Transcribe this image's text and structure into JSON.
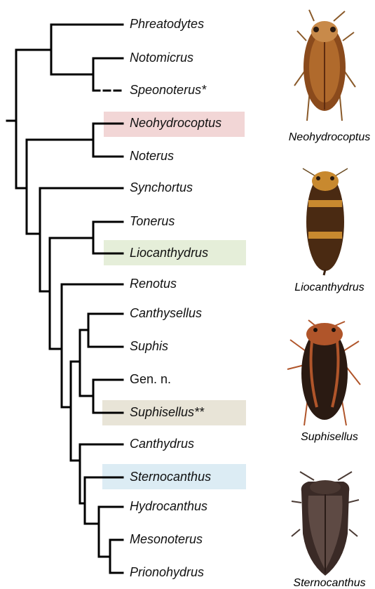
{
  "taxa": [
    {
      "label": "Phreatodytes",
      "italic": true
    },
    {
      "label": "Notomicrus",
      "italic": true
    },
    {
      "label": "Speonoterus*",
      "italic": true
    },
    {
      "label": "Neohydrocoptus",
      "italic": true,
      "highlight": "#f2d6d6"
    },
    {
      "label": "Noterus",
      "italic": true
    },
    {
      "label": "Synchortus",
      "italic": true
    },
    {
      "label": "Tonerus",
      "italic": true
    },
    {
      "label": "Liocanthydrus",
      "italic": true,
      "highlight": "#e5eed9"
    },
    {
      "label": "Renotus",
      "italic": true
    },
    {
      "label": "Canthysellus",
      "italic": true
    },
    {
      "label": "Suphis",
      "italic": true
    },
    {
      "label": "Gen. n.",
      "italic": false
    },
    {
      "label": "Suphisellus**",
      "italic": true,
      "highlight": "#e8e4d7"
    },
    {
      "label": "Canthydrus",
      "italic": true
    },
    {
      "label": "Sternocanthus",
      "italic": true,
      "highlight": "#dcecf4"
    },
    {
      "label": "Hydrocanthus",
      "italic": true
    },
    {
      "label": "Mesonoterus",
      "italic": true
    },
    {
      "label": "Prionohydrus",
      "italic": true
    }
  ],
  "specimens": [
    {
      "caption": "Neohydrocoptus",
      "body_color": "#8a4a1c",
      "light_color": "#c88a4a"
    },
    {
      "caption": "Liocanthydrus",
      "body_color": "#4a2a12",
      "light_color": "#c8892f"
    },
    {
      "caption": "Suphisellus",
      "body_color": "#2a1a12",
      "light_color": "#b0552a"
    },
    {
      "caption": "Sternocanthus",
      "body_color": "#3a2a26",
      "light_color": "#5e4a44"
    }
  ],
  "colors": {
    "branch": "#000000"
  }
}
